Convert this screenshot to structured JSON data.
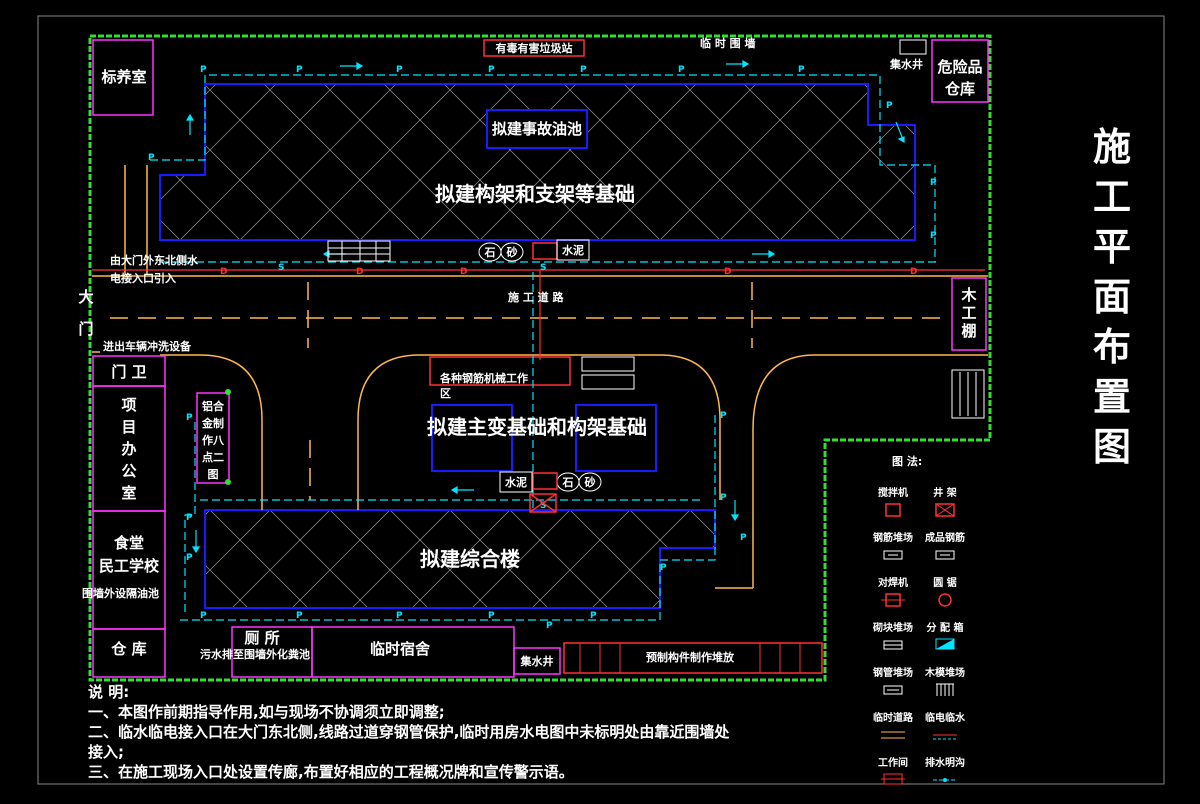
{
  "title": "施工平面布置图",
  "buildings": {
    "accident_oil_pool": "拟建事故油池",
    "frame_foundation": "拟建构架和支架等基础",
    "main_transformer": "拟建主变基础和构架基础",
    "complex_building": "拟建综合楼",
    "rebar_work_area_line1": "各种钢筋机械工作",
    "rebar_work_area_line2": "区"
  },
  "facilities": {
    "toxic_waste_station": "有毒有害垃圾站",
    "temporary_fence": "临 时 围 墙",
    "sump_top": "集水井",
    "hazardous_store_line1": "危险品",
    "hazardous_store_line2": "仓库",
    "breeding_room": "标养室",
    "construction_road": "施 工 道 路",
    "carpentry_shed": [
      "木",
      "工",
      "棚"
    ],
    "gate": [
      "大",
      "门"
    ],
    "guard": "门 卫",
    "project_office": [
      "项",
      "目",
      "办",
      "公",
      "室"
    ],
    "aluminum_window_shop": [
      "铝合",
      "金制",
      "作八",
      "点二",
      "图"
    ],
    "canteen": "食堂",
    "worker_school": "民工学校",
    "oil_trap_note": "围墙外设隔油池",
    "warehouse": "仓 库",
    "toilet": "厕 所",
    "septic_note": "污水排至围墙外化粪池",
    "temp_dormitory": "临时宿舍",
    "sump_bottom": "集水井",
    "precast_area": "预制构件制作堆放",
    "cement_top": "水泥",
    "cement_bottom": "水泥",
    "sand_stone_top": "石",
    "sand_stone_top2": "砂",
    "sand_stone_bottom": "石",
    "sand_stone_bottom2": "砂",
    "water_power_entry_line1": "由大门外东北侧水",
    "water_power_entry_line2": "电接入口引入",
    "wash_equipment": "进出车辆冲洗设备"
  },
  "notes": {
    "header": "说  明:",
    "line1": "一、本图作前期指导作用,如与现场不协调须立即调整;",
    "line2a": "二、临水临电接入口在大门东北侧,线路过道穿钢管保护,临时用房水电图中未标明处由靠近围墙处",
    "line2b": "接入;",
    "line3": "三、在施工现场入口处设置传廊,布置好相应的工程概况牌和宣传警示语。"
  },
  "legend": {
    "title": "图  法:",
    "items": [
      {
        "label": "搅拌机",
        "icon": "mixer-icon"
      },
      {
        "label": "井 架",
        "icon": "hoist-frame-icon"
      },
      {
        "label": "钢筋堆场",
        "icon": "rebar-yard-icon"
      },
      {
        "label": "成品钢筋",
        "icon": "finished-rebar-icon"
      },
      {
        "label": "对焊机",
        "icon": "butt-welder-icon"
      },
      {
        "label": "圆 锯",
        "icon": "circular-saw-icon"
      },
      {
        "label": "砌块堆场",
        "icon": "block-yard-icon"
      },
      {
        "label": "分 配 箱",
        "icon": "distribution-box-icon"
      },
      {
        "label": "钢管堆场",
        "icon": "steel-pipe-yard-icon"
      },
      {
        "label": "木模堆场",
        "icon": "timber-formwork-icon"
      },
      {
        "label": "临时道路",
        "icon": "temp-road-icon"
      },
      {
        "label": "临电临水",
        "icon": "temp-utility-icon"
      },
      {
        "label": "工作间",
        "icon": "workshop-icon"
      },
      {
        "label": "排水明沟",
        "icon": "drain-ditch-icon"
      }
    ]
  },
  "markers": {
    "p": "P",
    "s": "S",
    "d": "D"
  },
  "colors": {
    "background": "#000000",
    "fence": "#33dd33",
    "building_outline": "#1a1aff",
    "wall_magenta": "#ff33ff",
    "water_line": "#00e5ff",
    "power_line": "#ff3030",
    "road": "#ffb84d",
    "text": "#ffffff"
  }
}
